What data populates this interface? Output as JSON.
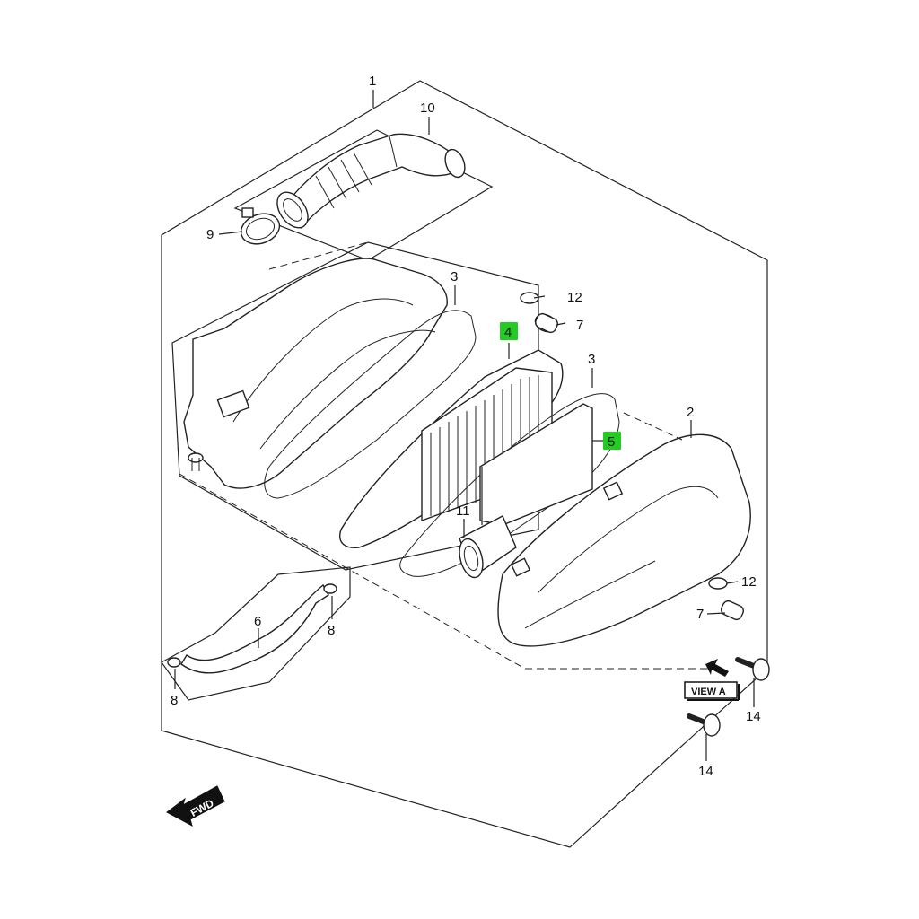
{
  "diagram": {
    "labels": {
      "l1": "1",
      "l10": "10",
      "l9": "9",
      "l3a": "3",
      "l12a": "12",
      "l7a": "7",
      "l4": "4",
      "l3b": "3",
      "l2": "2",
      "l5": "5",
      "l11": "11",
      "l12b": "12",
      "l7b": "7",
      "l6": "6",
      "l8a": "8",
      "l8b": "8",
      "l14a": "14",
      "l14b": "14"
    },
    "view_badge": "VIEW A",
    "fwd_marker": "FWD",
    "highlight_color": "#22cc22"
  }
}
